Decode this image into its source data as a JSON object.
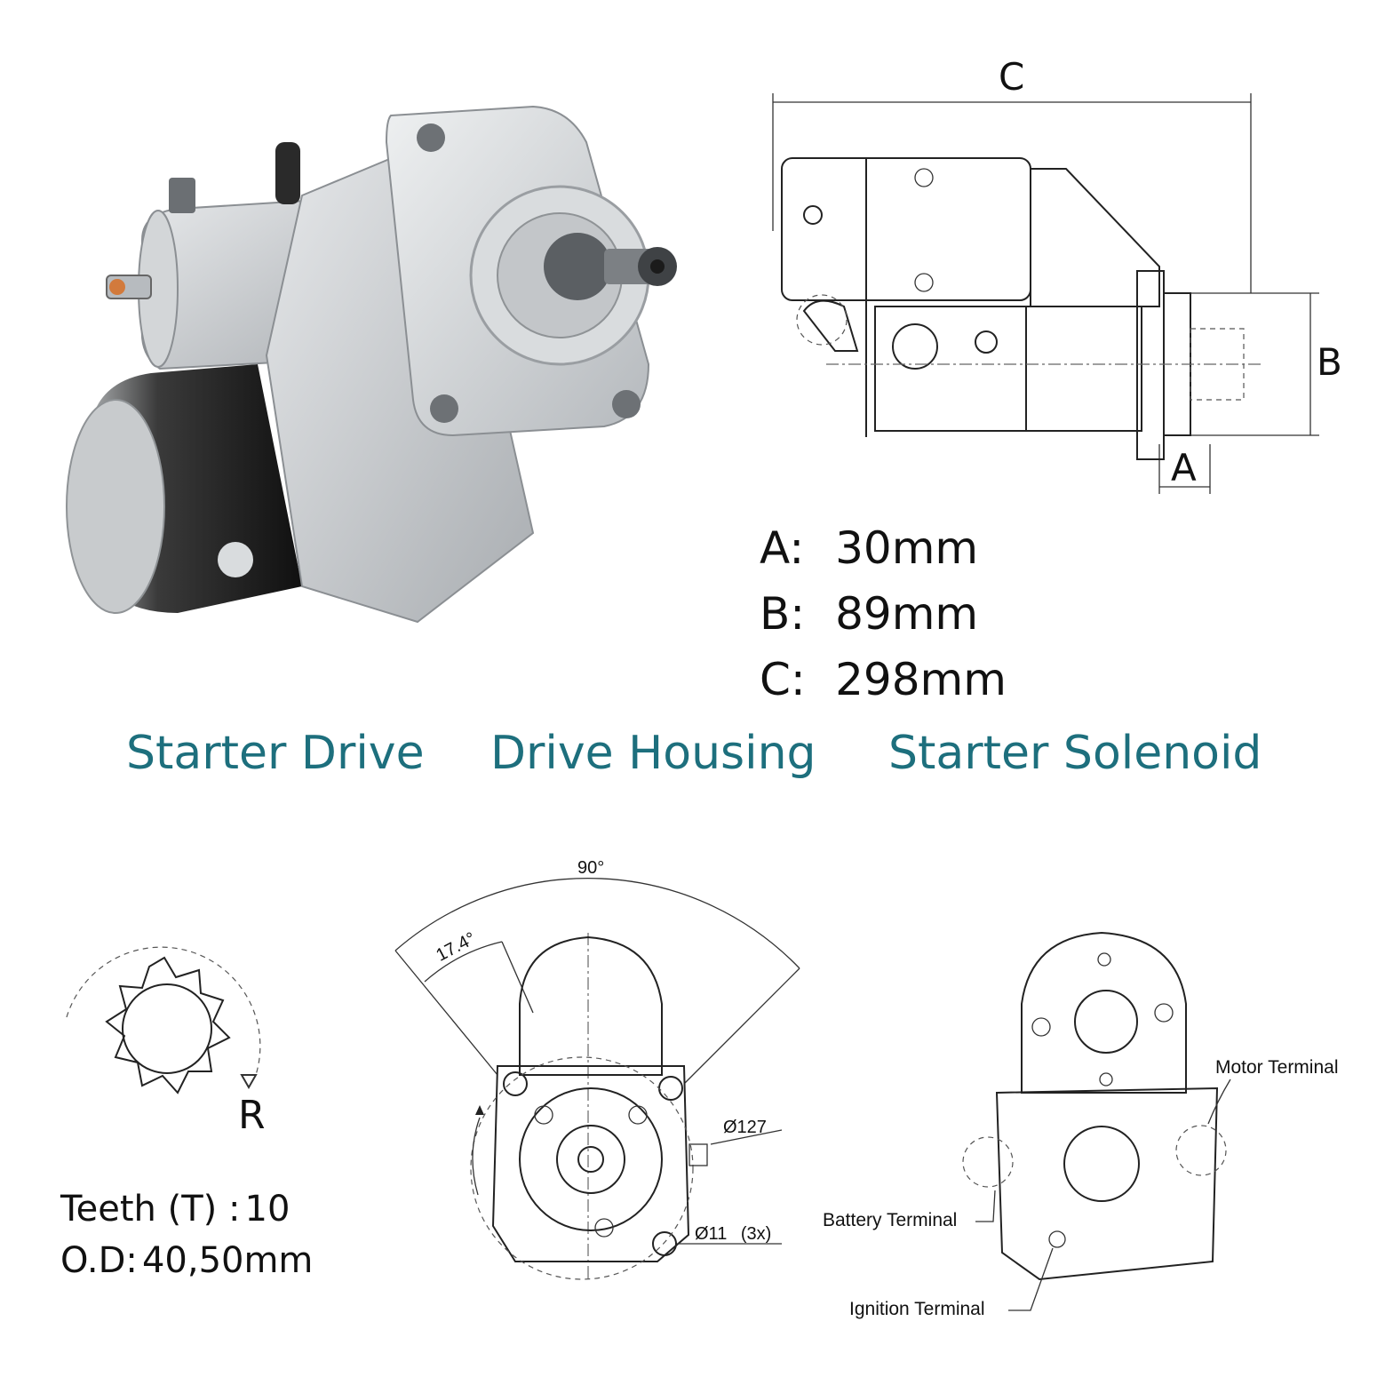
{
  "dimensions": {
    "label_a": "A",
    "label_b": "B",
    "label_c": "C"
  },
  "specs": [
    {
      "key": "A:",
      "value": "30mm"
    },
    {
      "key": "B:",
      "value": "89mm"
    },
    {
      "key": "C:",
      "value": "298mm"
    }
  ],
  "sections": {
    "starter_drive": "Starter Drive",
    "drive_housing": "Drive Housing",
    "starter_solenoid": "Starter Solenoid"
  },
  "gear": {
    "rotation_label": "R",
    "teeth_label": "Teeth (T) :",
    "teeth_value": "10",
    "od_label": "O.D:",
    "od_value": "40,50mm"
  },
  "housing": {
    "angle_outer": "90°",
    "angle_inner": "17.4°",
    "diameter_pilot": "Ø127",
    "diameter_holes": "Ø11",
    "holes_count": "(3x)"
  },
  "solenoid": {
    "motor_terminal": "Motor Terminal",
    "battery_terminal": "Battery Terminal",
    "ignition_terminal": "Ignition Terminal"
  },
  "colors": {
    "accent": "#1d6f7d",
    "line": "#222222",
    "housing": "#c9ccce",
    "motor": "#1c1c1c"
  }
}
